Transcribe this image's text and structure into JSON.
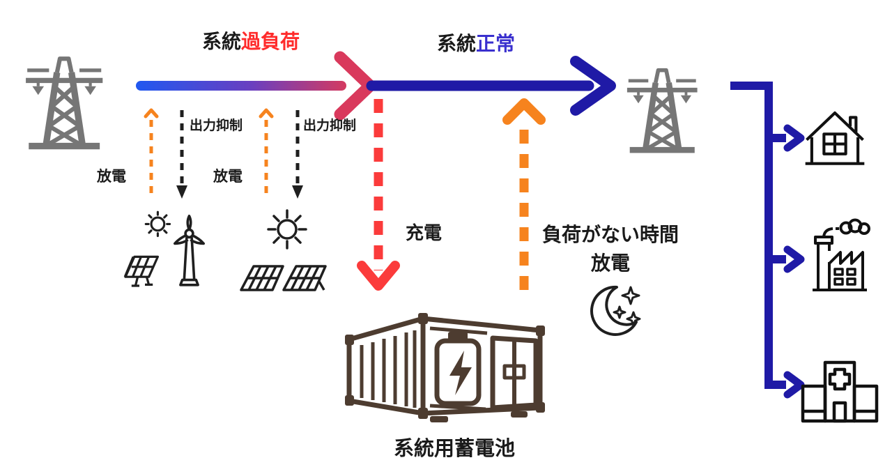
{
  "labels": {
    "overload": {
      "plain": "系統",
      "accent": "過負荷"
    },
    "normal": {
      "plain": "系統",
      "accent": "正常"
    },
    "curtailment_left": "出力抑制",
    "curtailment_right": "出力抑制",
    "discharge_left": "放電",
    "discharge_right": "放電",
    "charge": "充電",
    "no_load_line1": "負荷がない時間",
    "no_load_line2": "放電",
    "battery_caption": "系統用蓄電池"
  },
  "colors": {
    "overload_accent": "#ff2b2b",
    "normal_accent": "#3a30ce",
    "gradient_start": "#2058f0",
    "gradient_mid": "#6a3fc0",
    "gradient_end": "#d43a60",
    "overload_arrowhead": "#d9395c",
    "normal_arrow": "#1f1aa6",
    "charge_red": "#fb3b3b",
    "discharge_orange": "#f6831e",
    "curtailment_black": "#1f1f1f",
    "text_black": "#1a1a1a",
    "tower_gray": "#767676",
    "container_brown": "#4d3c30",
    "load_icon_black": "#111111",
    "renewable_black": "#1f1f1f"
  },
  "icons": {
    "left_tower": "transmission-tower",
    "right_tower": "transmission-tower",
    "sun_left": "sun",
    "wind_turbine": "wind-turbine",
    "solar_left": "solar-panel",
    "sun_right": "sun",
    "solar_right": "solar-array",
    "battery_container": "battery-container",
    "moon": "crescent-moon-with-stars",
    "house": "house",
    "factory": "factory",
    "hospital": "hospital"
  }
}
